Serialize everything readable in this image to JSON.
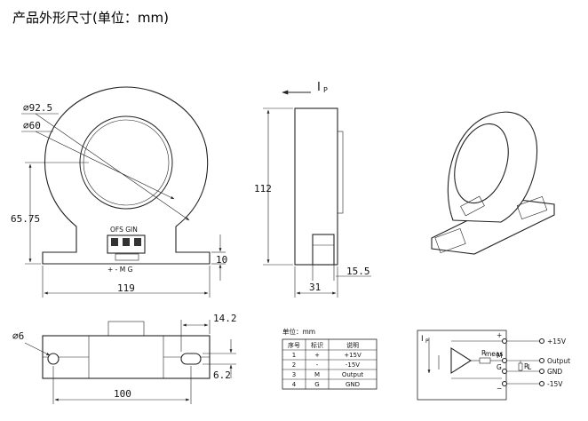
{
  "title": "产品外形尺寸(单位：mm)",
  "front_view": {
    "dia_outer": "⌀92.5",
    "dia_inner": "⌀60",
    "height_center": "65.75",
    "width": "119",
    "base_height": "10",
    "terminal_label": "OFS GIN",
    "pin_label": "+ - M G"
  },
  "side_view": {
    "current_label": "I",
    "current_sub": "P",
    "height": "112",
    "depth": "31",
    "base": "15.5"
  },
  "bottom_view": {
    "hole": "⌀6",
    "slot_w": "14.2",
    "slot_h": "6.2",
    "pitch": "100"
  },
  "pin_table": {
    "unit": "单位：mm",
    "headers": [
      "序号",
      "标识",
      "说明"
    ],
    "rows": [
      [
        "1",
        "+",
        "+15V"
      ],
      [
        "2",
        "-",
        "-15V"
      ],
      [
        "3",
        "M",
        "Output"
      ],
      [
        "4",
        "G",
        "GND"
      ]
    ]
  },
  "circuit": {
    "current_label": "I",
    "current_sub": "P",
    "pin_plus": "+",
    "pin_minus": "−",
    "pin_m": "M",
    "pin_g": "G",
    "r_meas": "R",
    "r_meas_sub": "meas",
    "r_l": "R",
    "r_l_sub": "L",
    "out_plus": "+15V",
    "out_output": "Output",
    "out_gnd": "GND",
    "out_minus": "-15V"
  }
}
